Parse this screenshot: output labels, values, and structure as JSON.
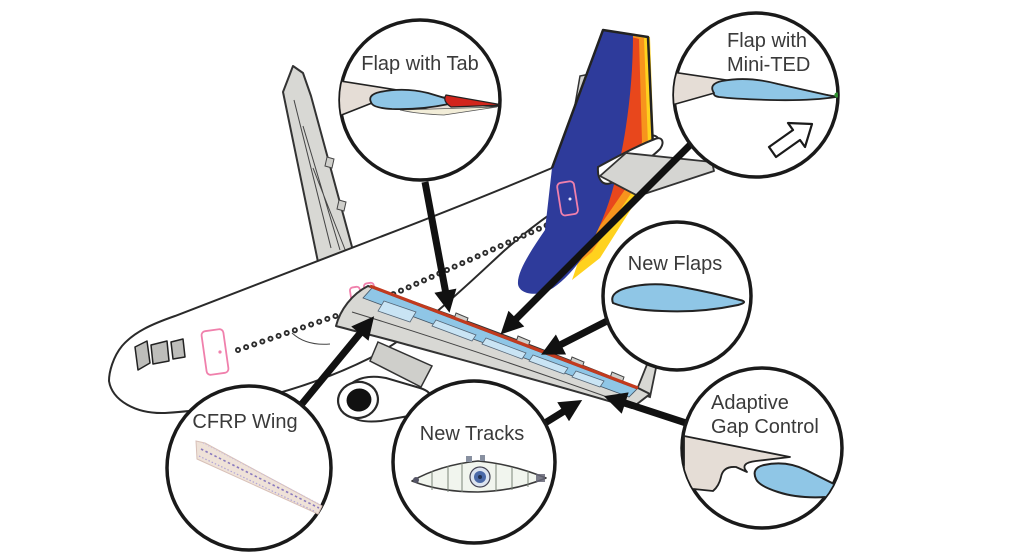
{
  "callouts": [
    {
      "id": "flap-with-tab",
      "lines": [
        "Flap with Tab"
      ]
    },
    {
      "id": "flap-with-mini-ted",
      "lines": [
        "Flap with",
        "Mini-TED"
      ]
    },
    {
      "id": "new-flaps",
      "lines": [
        "New Flaps"
      ]
    },
    {
      "id": "cfrp-wing",
      "lines": [
        "CFRP Wing"
      ]
    },
    {
      "id": "new-tracks",
      "lines": [
        "New Tracks"
      ]
    },
    {
      "id": "adaptive-gap-control",
      "lines": [
        "Adaptive",
        "Gap Control"
      ]
    }
  ],
  "colors": {
    "flap_blue": "#8FC6E6",
    "panel_blue": "#C9E4F4",
    "tab_red": "#D2251C",
    "section_beige": "#E5DDD6",
    "tab_underside_cream": "#F2EDD8",
    "airframe_grey": "#D8D8D4",
    "fin_blue": "#2E3B9B",
    "fin_red": "#E8471C",
    "fin_orange": "#F7941D",
    "fin_yellow": "#FFD21E",
    "trailing_edge_red": "#C23A1E",
    "door_pink": "#F080AC",
    "cfrp_tan": "#EFE2D8",
    "cfrp_purple": "#8A7ABE",
    "track_body": "#F1F5EE",
    "track_mechanism_blue": "#4A69A8",
    "outline_black": "#1A1A1A"
  }
}
